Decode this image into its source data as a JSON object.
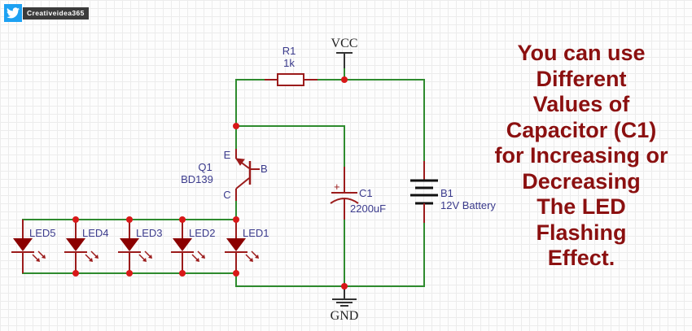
{
  "brand": {
    "icon": "twitter-bird-icon",
    "name": "Creativeidea365"
  },
  "colors": {
    "wire": "#2e8b2e",
    "component": "#9b1b1b",
    "junction": "#d81818",
    "label": "#3a3a8c",
    "note": "#8b1010",
    "twitter": "#1da1f2"
  },
  "components": {
    "vcc": {
      "label": "VCC"
    },
    "gnd": {
      "label": "GND"
    },
    "r1": {
      "ref": "R1",
      "value": "1k"
    },
    "q1": {
      "ref": "Q1",
      "value": "BD139",
      "pin_e": "E",
      "pin_b": "B",
      "pin_c": "C"
    },
    "c1": {
      "ref": "C1",
      "value": "2200uF",
      "polarity": "+"
    },
    "b1": {
      "ref": "B1",
      "value": "12V Battery"
    },
    "leds": [
      {
        "ref": "LED1"
      },
      {
        "ref": "LED2"
      },
      {
        "ref": "LED3"
      },
      {
        "ref": "LED4"
      },
      {
        "ref": "LED5"
      }
    ]
  },
  "note": {
    "lines": [
      "You can use",
      "Different",
      "Values of",
      "Capacitor (C1)",
      "for Increasing or",
      "Decreasing",
      "The LED",
      "Flashing",
      "Effect."
    ]
  }
}
